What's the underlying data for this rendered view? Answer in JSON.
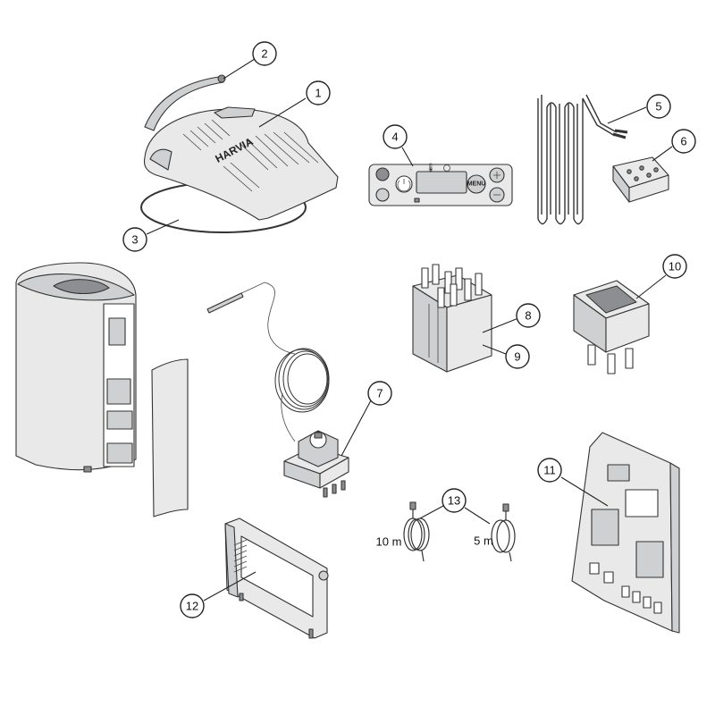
{
  "callouts": [
    "1",
    "2",
    "3",
    "4",
    "5",
    "6",
    "7",
    "8",
    "9",
    "10",
    "11",
    "12",
    "13"
  ],
  "length_labels": {
    "long": "10 m",
    "short": "5 m"
  },
  "control_panel": {
    "menu_label": "MENU"
  },
  "heater_top": {
    "brand_lettering": "HARVIA"
  },
  "colors": {
    "line": "#222222",
    "part_fill": "#e9e9ea",
    "part_mid": "#cfd0d2",
    "part_dark": "#8d8e91",
    "background": "#ffffff"
  },
  "icons": [
    "heater-icon",
    "light-icon",
    "power-icon",
    "temperature-icon",
    "clock-icon",
    "plus-icon",
    "minus-icon",
    "lock-icon"
  ]
}
